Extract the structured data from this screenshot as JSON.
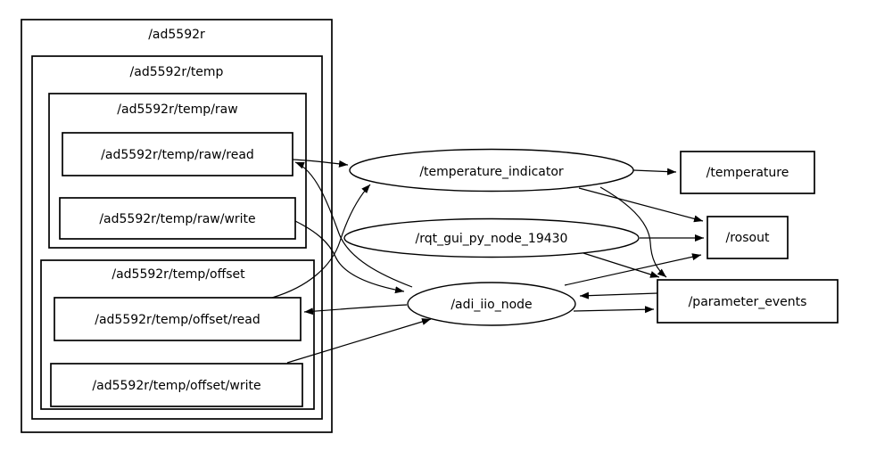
{
  "canvas": {
    "background_color": "#ffffff",
    "stroke_color": "#000000",
    "kind": "ros-node-graph"
  },
  "graph": {
    "namespaces": [
      {
        "label": "/ad5592r"
      },
      {
        "label": "/ad5592r/temp"
      },
      {
        "label": "/ad5592r/temp/raw"
      },
      {
        "label": "/ad5592r/temp/offset"
      }
    ],
    "topics": [
      {
        "label": "/ad5592r/temp/raw/read"
      },
      {
        "label": "/ad5592r/temp/raw/write"
      },
      {
        "label": "/ad5592r/temp/offset/read"
      },
      {
        "label": "/ad5592r/temp/offset/write"
      },
      {
        "label": "/temperature"
      },
      {
        "label": "/rosout"
      },
      {
        "label": "/parameter_events"
      }
    ],
    "nodes": [
      {
        "label": "/temperature_indicator"
      },
      {
        "label": "/rqt_gui_py_node_19430"
      },
      {
        "label": "/adi_iio_node"
      }
    ],
    "edges": [
      {
        "from": "/ad5592r/temp/raw/read",
        "to": "/temperature_indicator"
      },
      {
        "from": "/adi_iio_node",
        "to": "/ad5592r/temp/raw/read"
      },
      {
        "from": "/ad5592r/temp/offset/read",
        "to": "/temperature_indicator"
      },
      {
        "from": "/adi_iio_node",
        "to": "/ad5592r/temp/offset/read"
      },
      {
        "from": "/ad5592r/temp/raw/write",
        "to": "/adi_iio_node"
      },
      {
        "from": "/ad5592r/temp/offset/write",
        "to": "/adi_iio_node"
      },
      {
        "from": "/temperature_indicator",
        "to": "/temperature"
      },
      {
        "from": "/temperature_indicator",
        "to": "/rosout"
      },
      {
        "from": "/temperature_indicator",
        "to": "/parameter_events"
      },
      {
        "from": "/rqt_gui_py_node_19430",
        "to": "/rosout"
      },
      {
        "from": "/rqt_gui_py_node_19430",
        "to": "/parameter_events"
      },
      {
        "from": "/adi_iio_node",
        "to": "/rosout"
      },
      {
        "from": "/adi_iio_node",
        "to": "/parameter_events"
      },
      {
        "from": "/parameter_events",
        "to": "/adi_iio_node"
      }
    ]
  }
}
